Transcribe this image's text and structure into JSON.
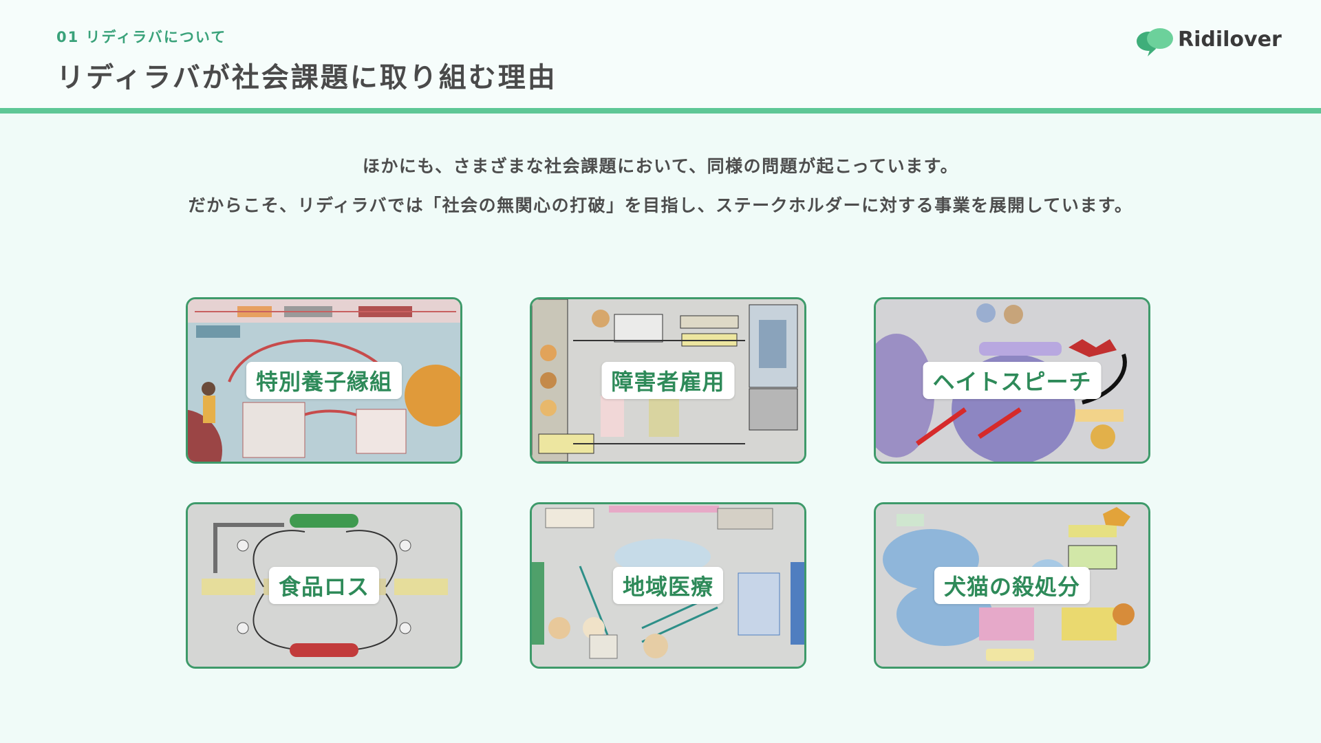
{
  "header": {
    "section_label": "01 リディラバについて",
    "title": "リディラバが社会課題に取り組む理由",
    "logo_text": "Ridilover",
    "accent_color": "#5ec796"
  },
  "lead": {
    "line1": "ほかにも、さまざまな社会課題において、同様の問題が起こっています。",
    "line2": "だからこそ、リディラバでは「社会の無関心の打破」を目指し、ステークホルダーに対する事業を展開しています。"
  },
  "cards": [
    {
      "label": "特別養子縁組"
    },
    {
      "label": "障害者雇用"
    },
    {
      "label": "ヘイトスピーチ"
    },
    {
      "label": "食品ロス"
    },
    {
      "label": "地域医療"
    },
    {
      "label": "犬猫の殺処分"
    }
  ]
}
